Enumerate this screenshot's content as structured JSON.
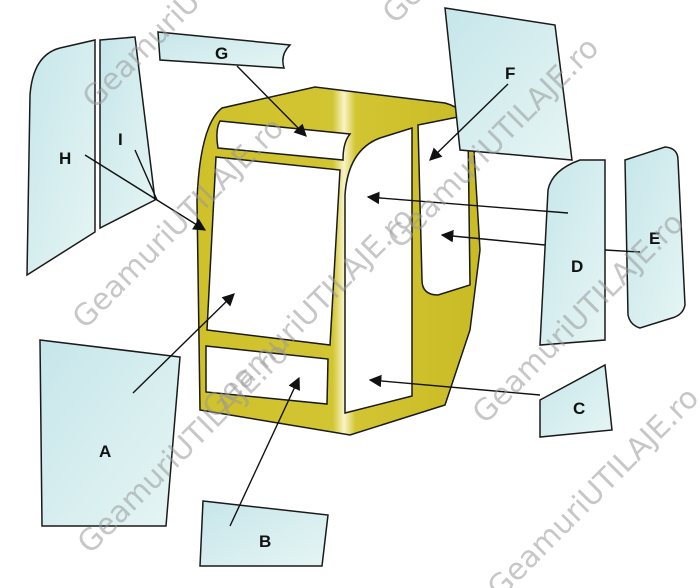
{
  "diagram": {
    "watermark": "GeamuriUTILAJE.ro",
    "colors": {
      "cab": "#d0c22c",
      "glass": "#d4eef0",
      "outline": "#1a1a1a"
    },
    "labels": {
      "A": "A",
      "B": "B",
      "C": "C",
      "D": "D",
      "E": "E",
      "F": "F",
      "G": "G",
      "H": "H",
      "I": "I"
    }
  }
}
